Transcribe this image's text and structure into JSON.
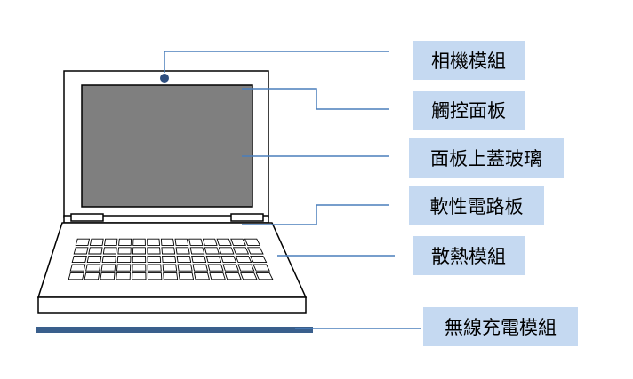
{
  "labels": [
    {
      "key": "camera",
      "text": "相機模組"
    },
    {
      "key": "touch",
      "text": "觸控面板"
    },
    {
      "key": "cover",
      "text": "面板上蓋玻璃"
    },
    {
      "key": "fpc",
      "text": "軟性電路板"
    },
    {
      "key": "thermal",
      "text": "散熱模組"
    },
    {
      "key": "wireless",
      "text": "無線充電模組"
    }
  ],
  "colors": {
    "label_bg": "#c5d9f1",
    "leader_line": "#4a7ebb",
    "screen": "#7f7f7f",
    "charging_pad": "#3a5f8c",
    "camera_dot": "#2f4f7f",
    "outline": "#000000"
  }
}
